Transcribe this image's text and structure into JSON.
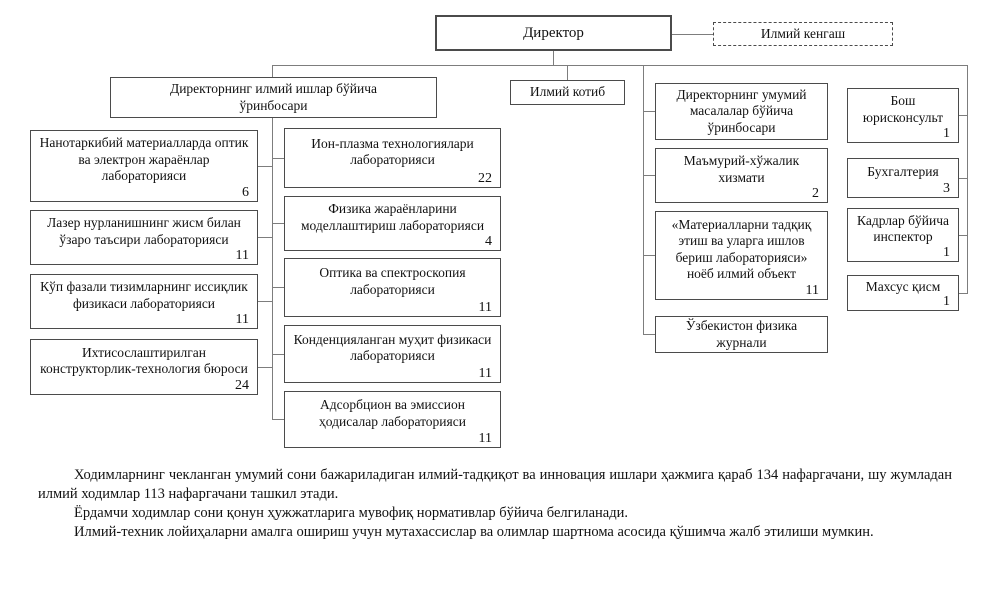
{
  "org_chart": {
    "director": {
      "label": "Директор"
    },
    "scientific_council": {
      "label": "Илмий кенгаш"
    },
    "deputy_science": {
      "label": "Директорнинг илмий ишлар бўйича\nўринбосари"
    },
    "scientific_secretary": {
      "label": "Илмий котиб"
    },
    "deputy_general": {
      "label": "Директорнинг умумий\nмасалалар бўйича\nўринбосари"
    },
    "col_left": [
      {
        "label": "Нанотаркибий материалларда оптик\nва электрон жараёнлар\nлабораторияси",
        "count": "6"
      },
      {
        "label": "Лазер нурланишнинг жисм билан\nўзаро таъсири лабораторияси",
        "count": "11"
      },
      {
        "label": "Кўп фазали тизимларнинг иссиқлик\nфизикаси лабораторияси",
        "count": "11"
      },
      {
        "label": "Ихтисослаштирилган\nконструкторлик-технология бюроси",
        "count": "24"
      }
    ],
    "col_mid": [
      {
        "label": "Ион-плазма технологиялари\nлабораторияси",
        "count": "22"
      },
      {
        "label": "Физика жараёнларини\nмоделлаштириш лабораторияси",
        "count": "4"
      },
      {
        "label": "Оптика ва спектроскопия\nлабораторияси",
        "count": "11"
      },
      {
        "label": "Конденцияланган муҳит физикаси\nлабораторияси",
        "count": "11"
      },
      {
        "label": "Адсорбцион ва эмиссион\nҳодисалар лабораторияси",
        "count": "11"
      }
    ],
    "col_general": [
      {
        "label": "Маъмурий-хўжалик\nхизмати",
        "count": "2"
      },
      {
        "label": "«Материалларни тадқиқ\nэтиш ва уларга ишлов\nбериш лабораторияси»\nноёб илмий объект",
        "count": "11"
      },
      {
        "label": "Ўзбекистон физика\nжурнали",
        "count": ""
      }
    ],
    "col_right": [
      {
        "label": "Бош\nюрисконсульт",
        "count": "1"
      },
      {
        "label": "Бухгалтерия",
        "count": "3"
      },
      {
        "label": "Кадрлар бўйича\nинспектор",
        "count": "1"
      },
      {
        "label": "Махсус қисм",
        "count": "1"
      }
    ]
  },
  "notes": {
    "p1": "Ходимларнинг чекланган умумий сони бажариладиган илмий-тадқиқот ва инновация ишлари ҳажмига қараб 134 нафаргачани, шу жумладан илмий ходимлар 113 нафаргачани ташкил этади.",
    "p2": "Ёрдамчи ходимлар сони қонун ҳужжатларига мувофиқ нормативлар бўйича белгиланади.",
    "p3": "Илмий-техник лойиҳаларни амалга ошириш учун мутахассислар ва олимлар шартнома асосида қўшимча жалб этилиши мумкин."
  },
  "colors": {
    "border": "#4b4b4b",
    "connector": "#7d7d7d"
  }
}
